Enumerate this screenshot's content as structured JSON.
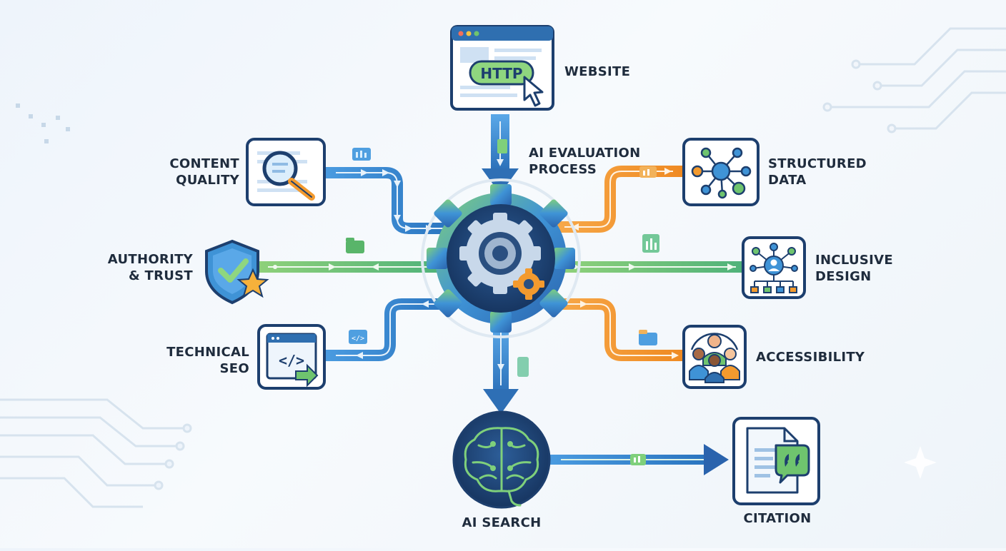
{
  "center": {
    "label": "AI EVALUATION\nPROCESS",
    "icon": "gear-icon"
  },
  "nodes": {
    "website": {
      "label": "WEBSITE",
      "badge": "HTTP",
      "icon": "browser-window-icon"
    },
    "content_quality": {
      "label": "CONTENT\nQUALITY",
      "icon": "magnifier-document-icon"
    },
    "authority_trust": {
      "label": "AUTHORITY\n& TRUST",
      "icon": "shield-check-star-icon"
    },
    "technical_seo": {
      "label": "TECHNICAL\nSEO",
      "icon": "code-window-icon",
      "code_glyph": "</>"
    },
    "structured_data": {
      "label": "STRUCTURED\nDATA",
      "icon": "network-nodes-icon"
    },
    "inclusive_design": {
      "label": "INCLUSIVE\nDESIGN",
      "icon": "person-hierarchy-icon"
    },
    "accessibility": {
      "label": "ACCESSIBILITY",
      "icon": "people-group-icon"
    },
    "ai_search": {
      "label": "AI SEARCH",
      "icon": "brain-circuit-icon"
    },
    "citation": {
      "label": "CITATION",
      "icon": "quote-document-icon"
    }
  },
  "colors": {
    "navy": "#1d3f6e",
    "blue": "#3f93d6",
    "green": "#6fc46e",
    "orange": "#f39a2e",
    "text": "#1f2c3d"
  }
}
